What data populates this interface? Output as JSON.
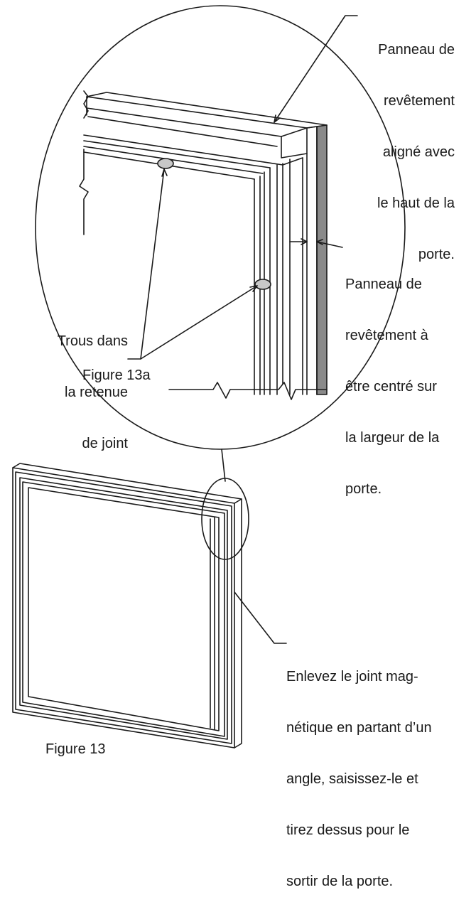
{
  "labels": {
    "top_callout": [
      "Panneau de",
      "revêtement",
      "aligné avec",
      "le haut de la",
      "porte."
    ],
    "right_callout": [
      "Panneau de",
      "revêtement à",
      "être centré sur",
      "la largeur de la",
      "porte."
    ],
    "holes_callout": [
      "Trous dans",
      "la retenue",
      "de joint"
    ],
    "bottom_callout": [
      "Enlevez le joint mag-",
      "nétique en partant d’un",
      "angle, saisissez-le et",
      "tirez dessus pour le",
      "sortir de la porte."
    ]
  },
  "figures": {
    "detail_caption": "Figure 13a",
    "main_caption": "Figure 13"
  }
}
